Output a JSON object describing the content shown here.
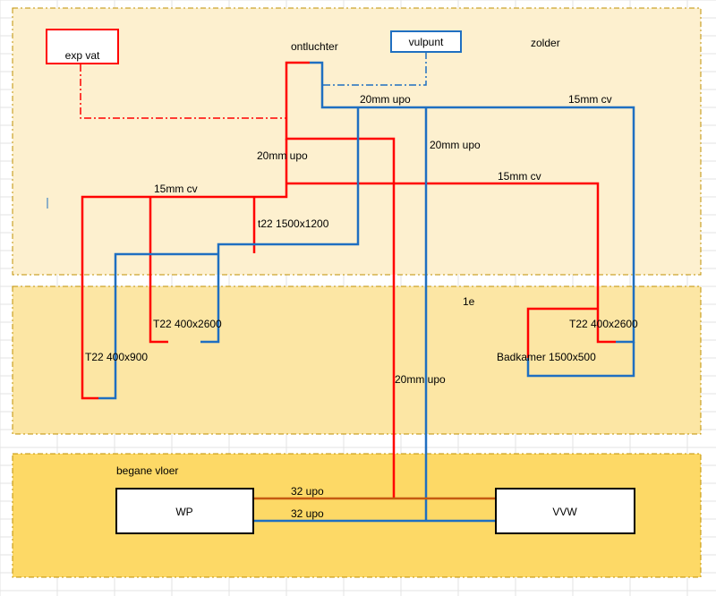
{
  "floors": {
    "zolder": "zolder",
    "eerste": "1e",
    "begane": "begane vloer"
  },
  "components": {
    "exp_vat": "exp vat",
    "ontluchter": "ontluchter",
    "vulpunt": "vulpunt",
    "wp": "WP",
    "vvw": "VVW"
  },
  "pipe_labels": {
    "upo20_top": "20mm upo",
    "cv15_right": "15mm cv",
    "upo20_vertical": "20mm upo",
    "upo20_left": "20mm upo",
    "cv15_mid": "15mm cv",
    "cv15_left": "15mm cv",
    "upo20_lower": "20mm upo",
    "upo32_top": "32 upo",
    "upo32_bottom": "32 upo"
  },
  "radiators": {
    "t22_1500x1200": "t22 1500x1200",
    "t22_400x2600_left": "T22 400x2600",
    "t22_400x900": "T22 400x900",
    "t22_400x2600_right": "T22 400x2600",
    "badkamer": "Badkamer 1500x500"
  },
  "colors": {
    "supply": "#ff0000",
    "return": "#1f6fc1",
    "main": "#c55a11",
    "zolder_fill": "#fdf0cf",
    "eerste_fill": "#fce6a4",
    "begane_fill": "#fdd966",
    "zone_border": "#c09000"
  }
}
